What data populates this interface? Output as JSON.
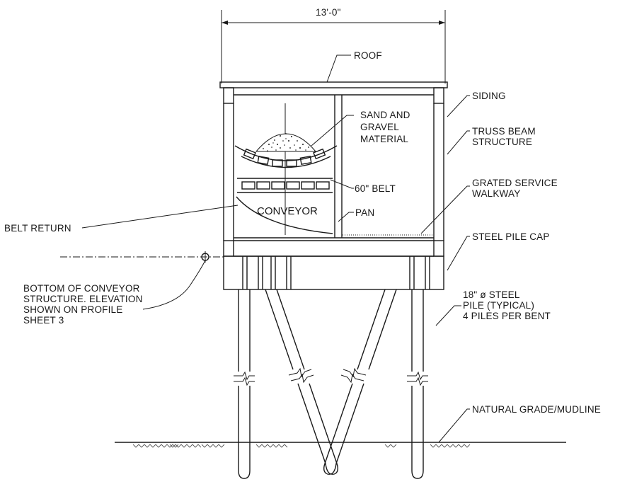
{
  "diagram": {
    "dimension_label": "13'-0\"",
    "labels": {
      "roof": "ROOF",
      "siding": "SIDING",
      "truss_line1": "TRUSS BEAM",
      "truss_line2": "STRUCTURE",
      "sand_line1": "SAND AND",
      "sand_line2": "GRAVEL",
      "sand_line3": "MATERIAL",
      "belt": "60\" BELT",
      "walkway_line1": "GRATED SERVICE",
      "walkway_line2": "WALKWAY",
      "conveyor": "CONVEYOR",
      "pan": "PAN",
      "belt_return": "BELT RETURN",
      "pile_cap": "STEEL PILE CAP",
      "bottom_line1": "BOTTOM OF CONVEYOR",
      "bottom_line2": "STRUCTURE. ELEVATION",
      "bottom_line3": "SHOWN ON PROFILE",
      "bottom_line4": "SHEET 3",
      "pile_line1": "18\" ø STEEL",
      "pile_line2": "PILE (TYPICAL)",
      "pile_line3": "4 PILES PER BENT",
      "grade": "NATURAL GRADE/MUDLINE"
    }
  }
}
